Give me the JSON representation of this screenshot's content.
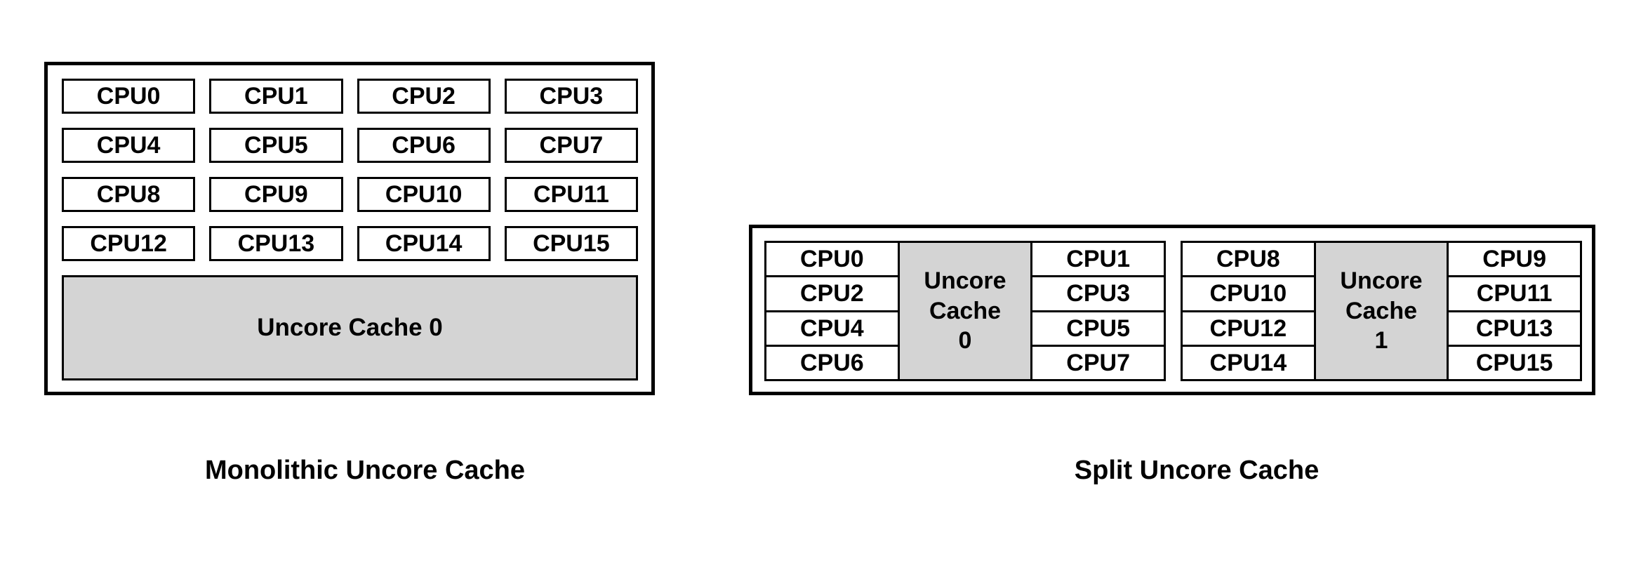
{
  "captions": {
    "left": "Monolithic Uncore Cache",
    "right": "Split Uncore Cache"
  },
  "monolithic": {
    "cpus": [
      "CPU0",
      "CPU1",
      "CPU2",
      "CPU3",
      "CPU4",
      "CPU5",
      "CPU6",
      "CPU7",
      "CPU8",
      "CPU9",
      "CPU10",
      "CPU11",
      "CPU12",
      "CPU13",
      "CPU14",
      "CPU15"
    ],
    "cache_label": "Uncore Cache 0"
  },
  "split": {
    "groups": [
      {
        "left_cpus": [
          "CPU0",
          "CPU2",
          "CPU4",
          "CPU6"
        ],
        "cache_lines": [
          "Uncore",
          "Cache",
          "0"
        ],
        "right_cpus": [
          "CPU1",
          "CPU3",
          "CPU5",
          "CPU7"
        ]
      },
      {
        "left_cpus": [
          "CPU8",
          "CPU10",
          "CPU12",
          "CPU14"
        ],
        "cache_lines": [
          "Uncore",
          "Cache",
          "1"
        ],
        "right_cpus": [
          "CPU9",
          "CPU11",
          "CPU13",
          "CPU15"
        ]
      }
    ]
  },
  "colors": {
    "background": "#ffffff",
    "border": "#000000",
    "cache_fill": "#d4d4d4"
  }
}
